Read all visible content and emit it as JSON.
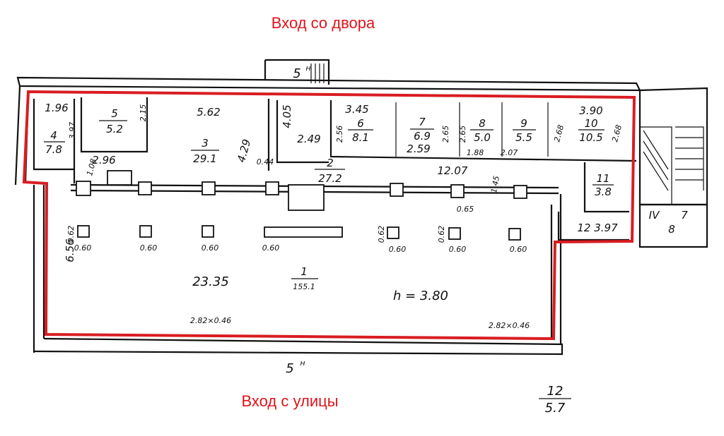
{
  "captions": {
    "top": "Вход со двора",
    "bottom": "Вход с улицы"
  },
  "colors": {
    "outline": "#d81d22",
    "caption": "#e1131b",
    "lines": "#111111"
  },
  "section_marks": {
    "top": "5",
    "top_sup": "н",
    "bottom": "5",
    "bottom_sup": "н"
  },
  "rooms": [
    {
      "num": "1",
      "area": "155.1"
    },
    {
      "num": "2",
      "area": "27.2"
    },
    {
      "num": "3",
      "area": "29.1"
    },
    {
      "num": "4",
      "area": "7.8"
    },
    {
      "num": "5",
      "area": "5.2"
    },
    {
      "num": "6",
      "area": "8.1"
    },
    {
      "num": "7",
      "area": "6.9"
    },
    {
      "num": "8",
      "area": "5.0"
    },
    {
      "num": "9",
      "area": "5.5"
    },
    {
      "num": "10",
      "area": "10.5"
    },
    {
      "num": "11",
      "area": "3.8"
    },
    {
      "num": "12",
      "area": "5.7"
    }
  ],
  "dimensions": [
    "1.96",
    "2.15",
    "3.97",
    "5.62",
    "4.29",
    "0.44",
    "4.05",
    "2.49",
    "2.96",
    "1.08",
    "3.45",
    "2.56",
    "2.59",
    "2.65",
    "2.65",
    "1.88",
    "2.07",
    "2.68",
    "3.90",
    "2.68",
    "12.07",
    "1.45",
    "12 3.97",
    "0.65",
    "0.62",
    "0.62",
    "0.62",
    "6.56",
    "23.35",
    "2.82×0.46",
    "2.82×0.46"
  ],
  "columns": [
    "0.60",
    "0.60",
    "0.60",
    "0.60",
    "0.60",
    "0.60",
    "0.60"
  ],
  "height": "h = 3.80",
  "stair_marks": {
    "roman": "IV",
    "a": "7",
    "b": "8"
  }
}
